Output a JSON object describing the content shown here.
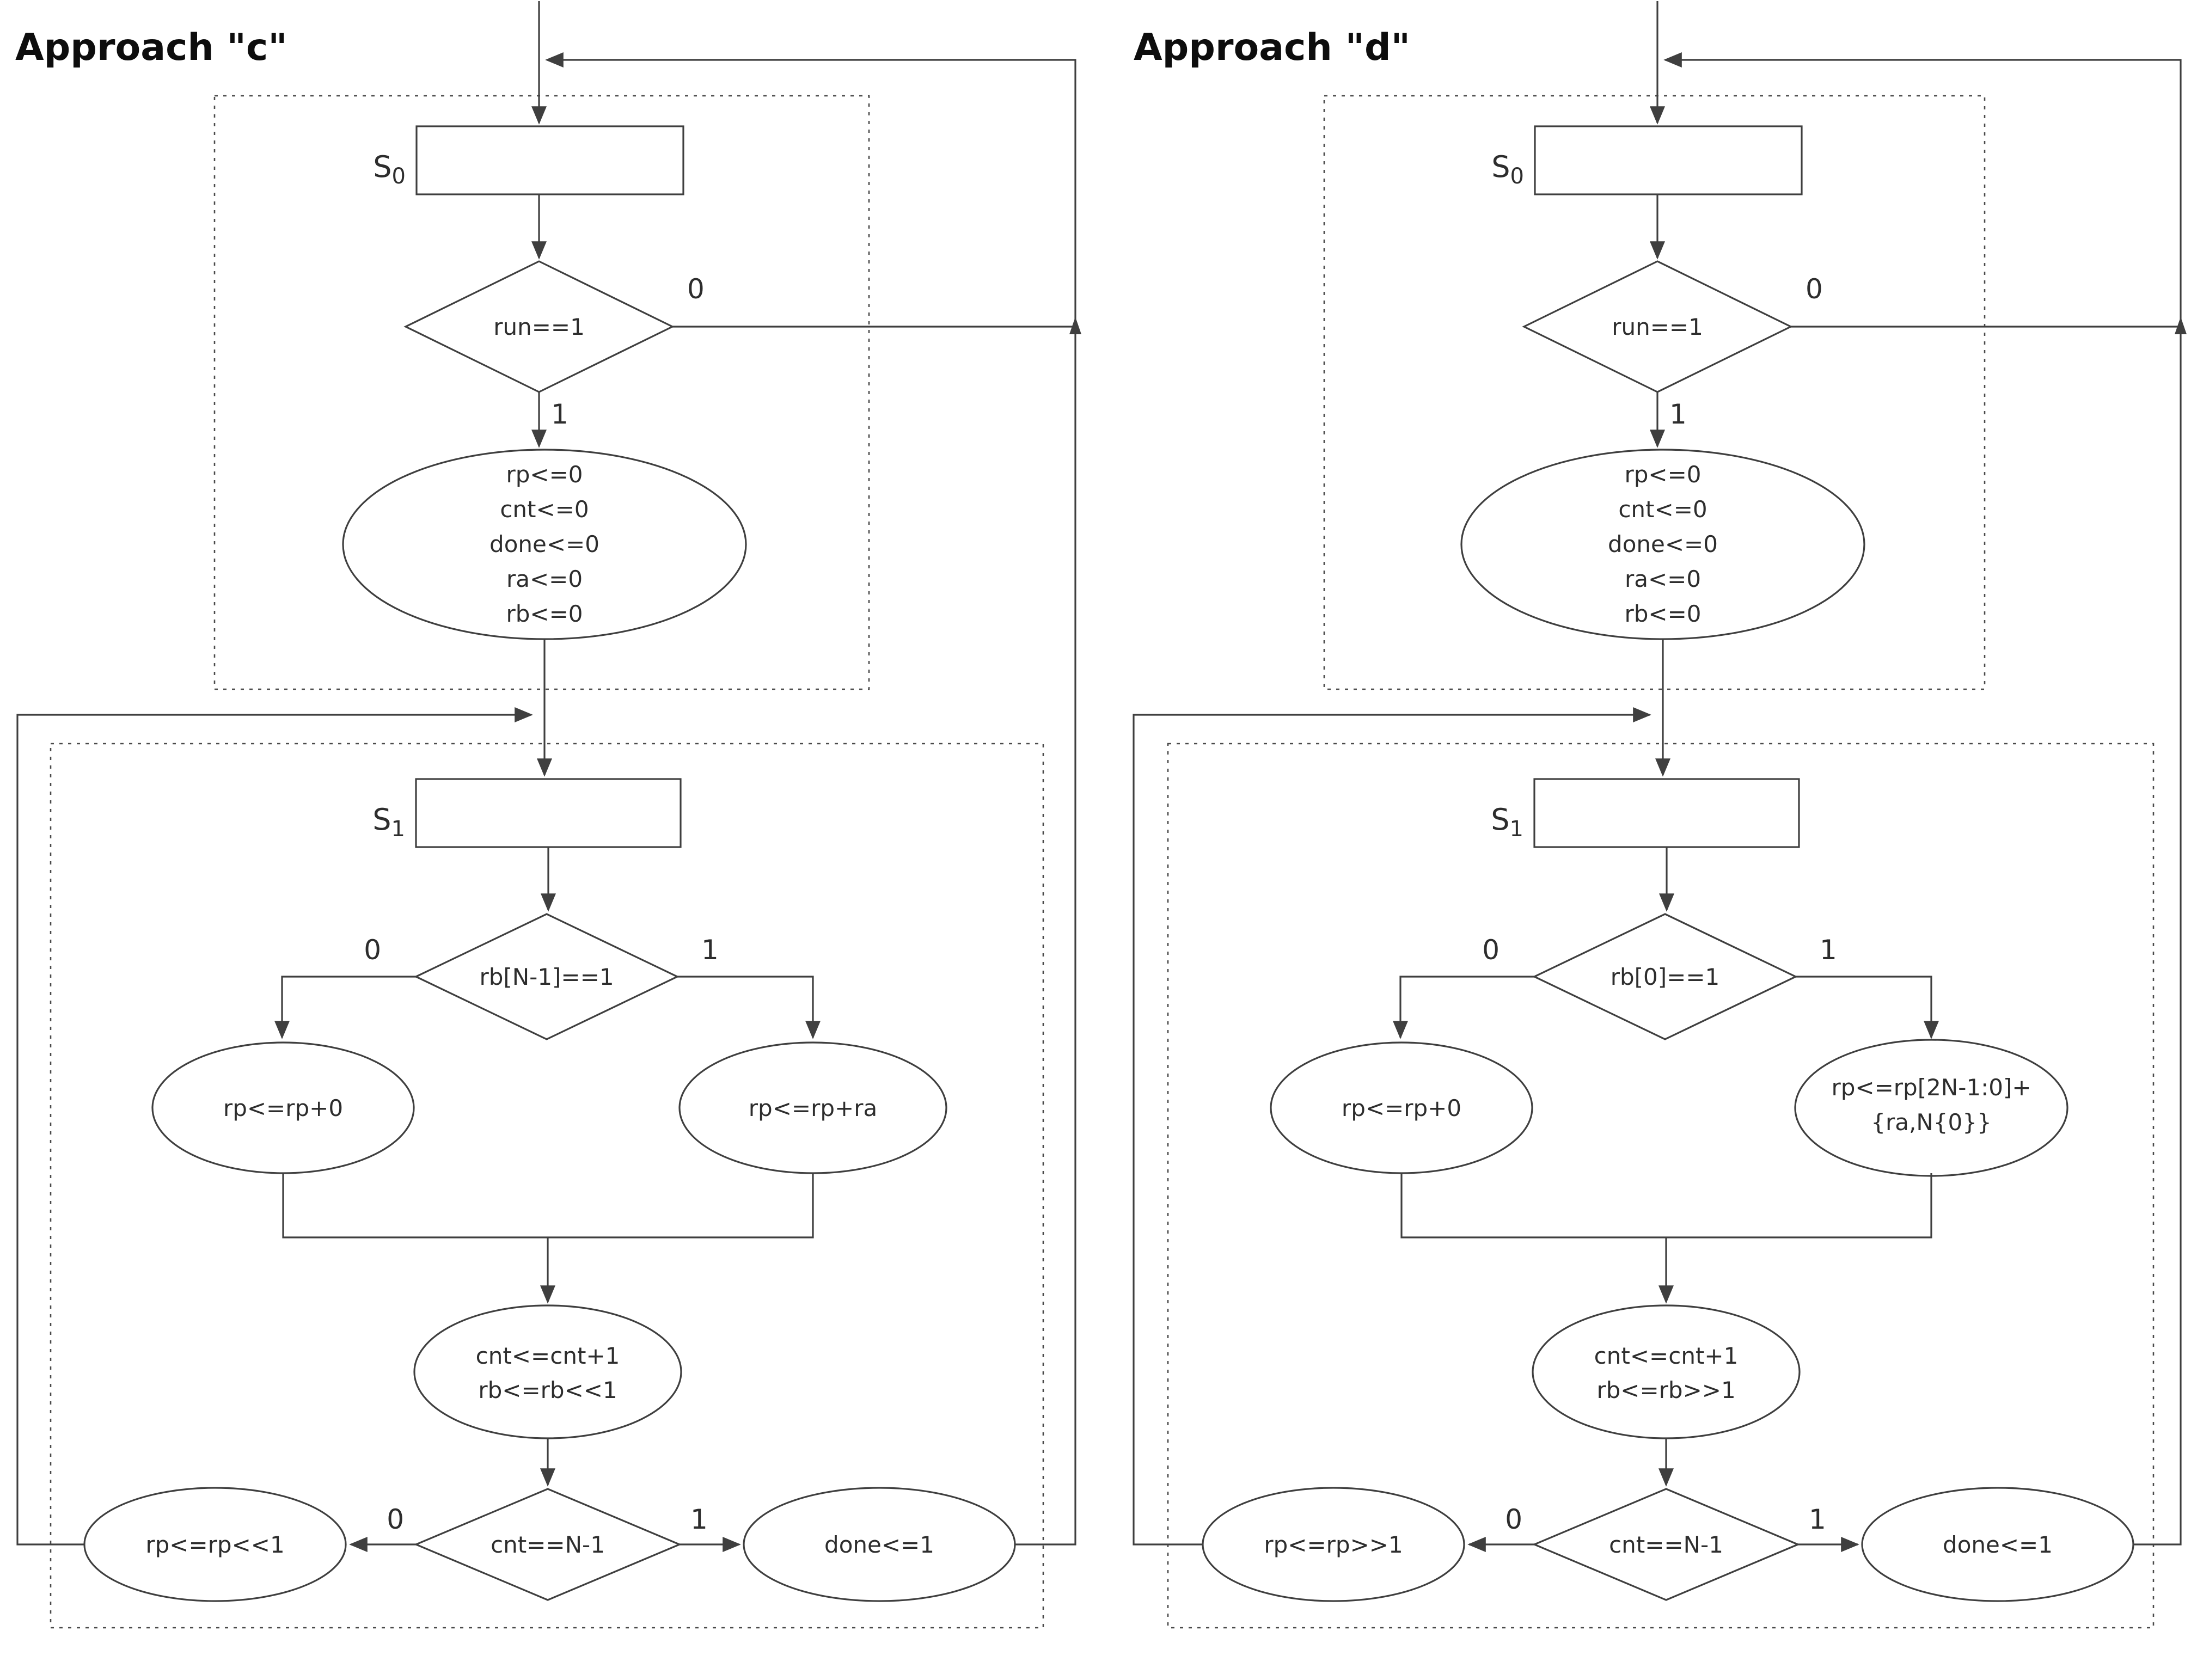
{
  "charts": {
    "c": {
      "title": "Approach \"c\"",
      "state0": {
        "base": "S",
        "sub": "0"
      },
      "state1": {
        "base": "S",
        "sub": "1"
      },
      "run": {
        "cond": "run==1",
        "no": "0",
        "yes": "1"
      },
      "init": {
        "lines": [
          "rp<=0",
          "cnt<=0",
          "done<=0",
          "ra<=0",
          "rb<=0"
        ]
      },
      "bit": {
        "cond": "rb[N-1]==1",
        "no": "0",
        "yes": "1"
      },
      "addZero": "rp<=rp+0",
      "addA": {
        "lines": [
          "rp<=rp+ra"
        ]
      },
      "step": {
        "lines": [
          "cnt<=cnt+1",
          "rb<=rb<<1"
        ]
      },
      "cnt": {
        "cond": "cnt==N-1",
        "no": "0",
        "yes": "1"
      },
      "shift": "rp<=rp<<1",
      "done": "done<=1"
    },
    "d": {
      "title": "Approach \"d\"",
      "state0": {
        "base": "S",
        "sub": "0"
      },
      "state1": {
        "base": "S",
        "sub": "1"
      },
      "run": {
        "cond": "run==1",
        "no": "0",
        "yes": "1"
      },
      "init": {
        "lines": [
          "rp<=0",
          "cnt<=0",
          "done<=0",
          "ra<=0",
          "rb<=0"
        ]
      },
      "bit": {
        "cond": "rb[0]==1",
        "no": "0",
        "yes": "1"
      },
      "addZero": "rp<=rp+0",
      "addA": {
        "lines": [
          "rp<=rp[2N-1:0]+",
          "{ra,N{0}}"
        ]
      },
      "step": {
        "lines": [
          "cnt<=cnt+1",
          "rb<=rb>>1"
        ]
      },
      "cnt": {
        "cond": "cnt==N-1",
        "no": "0",
        "yes": "1"
      },
      "shift": "rp<=rp>>1",
      "done": "done<=1"
    }
  }
}
